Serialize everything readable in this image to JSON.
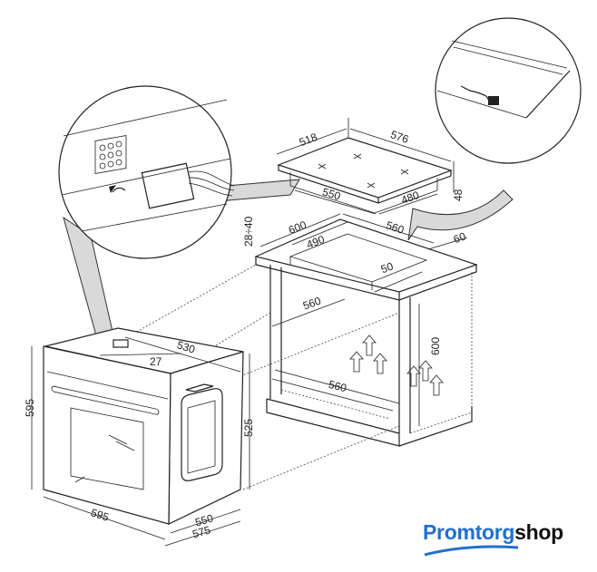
{
  "hob": {
    "width_top": "518",
    "depth_top": "576",
    "cut_width": "550",
    "cut_depth": "480",
    "height": "48"
  },
  "countertop": {
    "thickness": "28÷40",
    "depth": "600",
    "cutout_depth": "490",
    "width": "560",
    "front_margin": "50",
    "rear_margin": "60"
  },
  "cabinet": {
    "inner_width": "560",
    "inner_height": "600",
    "bottom_width": "560"
  },
  "oven": {
    "depth": "530",
    "offset": "27",
    "front_height": "595",
    "body_height": "525",
    "front_width": "595",
    "body_width": "550",
    "total_depth": "575"
  },
  "logo": {
    "part1": "Promtorg",
    "part2": "shop",
    "color1": "#1f6fd1",
    "color2": "#111111"
  }
}
